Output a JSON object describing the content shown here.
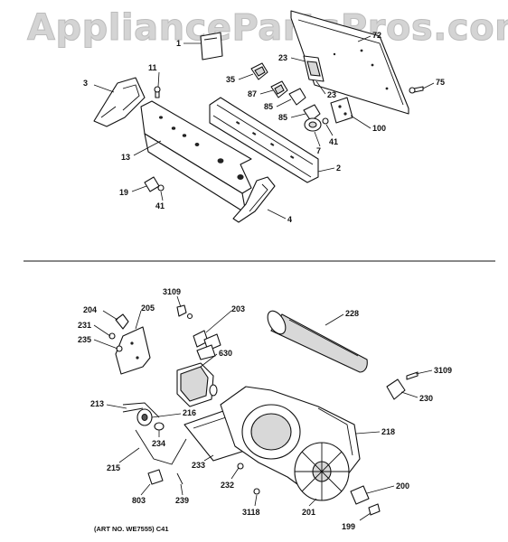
{
  "watermark": "AppliancePartsPros.com",
  "art_note": "(ART NO. WE7555) C41",
  "callouts": {
    "c1": "1",
    "c72": "72",
    "c23a": "23",
    "c23b": "23",
    "c35": "35",
    "c11": "11",
    "c75": "75",
    "c3": "3",
    "c87": "87",
    "c85a": "85",
    "c85b": "85",
    "c100": "100",
    "c41a": "41",
    "c7": "7",
    "c13": "13",
    "c2": "2",
    "c19": "19",
    "c41b": "41",
    "c4": "4",
    "c3109a": "3109",
    "c204": "204",
    "c205": "205",
    "c203": "203",
    "c228": "228",
    "c231": "231",
    "c235": "235",
    "c630": "630",
    "c3109b": "3109",
    "c230": "230",
    "c213": "213",
    "c216": "216",
    "c234": "234",
    "c218": "218",
    "c215": "215",
    "c233": "233",
    "c232": "232",
    "c200": "200",
    "c803": "803",
    "c239": "239",
    "c3118": "3118",
    "c201": "201",
    "c199": "199"
  }
}
